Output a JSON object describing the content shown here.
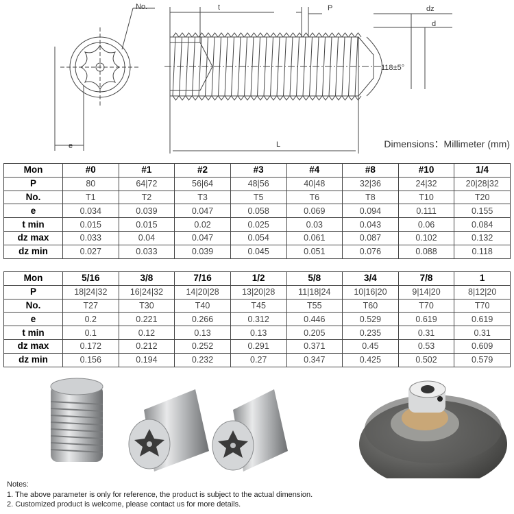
{
  "drawing": {
    "labels": {
      "no": "No.",
      "t": "t",
      "p": "P",
      "dz": "dz",
      "d": "d",
      "e": "e",
      "l": "L",
      "angle": "118±5°"
    },
    "dimensions_title": "Dimensions：Millimeter (mm)"
  },
  "table1": {
    "rows": [
      {
        "label": "Mon",
        "values": [
          "#0",
          "#1",
          "#2",
          "#3",
          "#4",
          "#8",
          "#10",
          "1/4"
        ]
      },
      {
        "label": "P",
        "values": [
          "80",
          "64|72",
          "56|64",
          "48|56",
          "40|48",
          "32|36",
          "24|32",
          "20|28|32"
        ]
      },
      {
        "label": "No.",
        "values": [
          "T1",
          "T2",
          "T3",
          "T5",
          "T6",
          "T8",
          "T10",
          "T20"
        ]
      },
      {
        "label": "e",
        "values": [
          "0.034",
          "0.039",
          "0.047",
          "0.058",
          "0.069",
          "0.094",
          "0.111",
          "0.155"
        ]
      },
      {
        "label": "t min",
        "values": [
          "0.015",
          "0.015",
          "0.02",
          "0.025",
          "0.03",
          "0.043",
          "0.06",
          "0.084"
        ]
      },
      {
        "label": "dz max",
        "values": [
          "0.033",
          "0.04",
          "0.047",
          "0.054",
          "0.061",
          "0.087",
          "0.102",
          "0.132"
        ]
      },
      {
        "label": "dz min",
        "values": [
          "0.027",
          "0.033",
          "0.039",
          "0.045",
          "0.051",
          "0.076",
          "0.088",
          "0.118"
        ]
      }
    ]
  },
  "table2": {
    "rows": [
      {
        "label": "Mon",
        "values": [
          "5/16",
          "3/8",
          "7/16",
          "1/2",
          "5/8",
          "3/4",
          "7/8",
          "1"
        ]
      },
      {
        "label": "P",
        "values": [
          "18|24|32",
          "16|24|32",
          "14|20|28",
          "13|20|28",
          "11|18|24",
          "10|16|20",
          "9|14|20",
          "8|12|20"
        ]
      },
      {
        "label": "No.",
        "values": [
          "T27",
          "T30",
          "T40",
          "T45",
          "T55",
          "T60",
          "T70",
          "T70"
        ]
      },
      {
        "label": "e",
        "values": [
          "0.2",
          "0.221",
          "0.266",
          "0.312",
          "0.446",
          "0.529",
          "0.619",
          "0.619"
        ]
      },
      {
        "label": "t min",
        "values": [
          "0.1",
          "0.12",
          "0.13",
          "0.13",
          "0.205",
          "0.235",
          "0.31",
          "0.31"
        ]
      },
      {
        "label": "dz max",
        "values": [
          "0.172",
          "0.212",
          "0.252",
          "0.291",
          "0.371",
          "0.45",
          "0.53",
          "0.609"
        ]
      },
      {
        "label": "dz min",
        "values": [
          "0.156",
          "0.194",
          "0.232",
          "0.27",
          "0.347",
          "0.425",
          "0.502",
          "0.579"
        ]
      }
    ]
  },
  "notes": {
    "heading": "Notes:",
    "items": [
      "1. The above parameter is only for reference, the product is subject to the actual dimension.",
      "2. Customized product is welcome, please contact us for more details."
    ]
  }
}
